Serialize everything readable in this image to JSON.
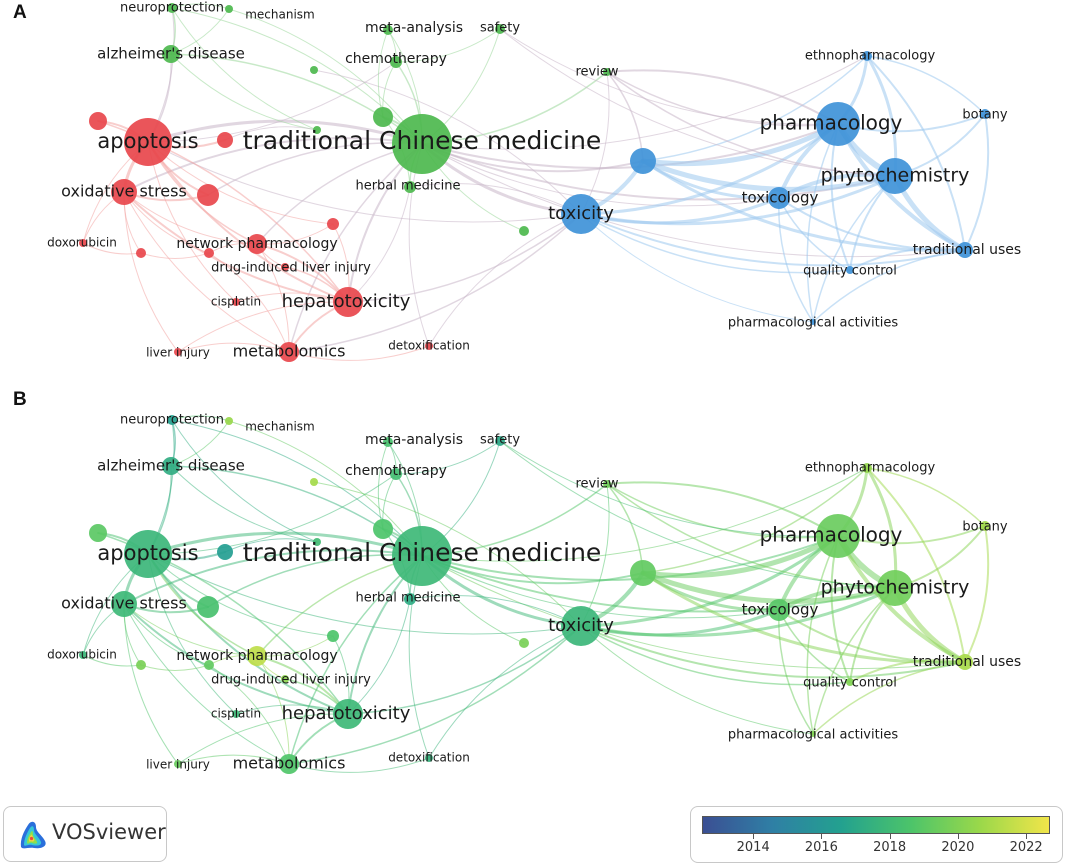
{
  "panels": [
    {
      "letter": "A",
      "mode": "cluster"
    },
    {
      "letter": "B",
      "mode": "overlay"
    }
  ],
  "cluster_colors": {
    "red": "#e8474c",
    "green": "#4db84e",
    "blue": "#3f92d8"
  },
  "link_colors": {
    "red": "#f3a6a4",
    "green": "#9bd79a",
    "blue": "#9dc8ee"
  },
  "nodes": [
    {
      "id": "neuroprotection",
      "label": "neuroprotection",
      "c": "green",
      "yr": 2016.6,
      "r": 5
    },
    {
      "id": "mechanism",
      "label": "mechanism",
      "c": "green",
      "yr": 2020.6,
      "r": 4
    },
    {
      "id": "alzheimers",
      "label": "alzheimer's disease",
      "c": "green",
      "yr": 2017.3,
      "r": 9
    },
    {
      "id": "meta-analysis",
      "label": "meta-analysis",
      "c": "green",
      "yr": 2018.4,
      "r": 5
    },
    {
      "id": "safety",
      "label": "safety",
      "c": "green",
      "yr": 2017.0,
      "r": 5
    },
    {
      "id": "chemotherapy",
      "label": "chemotherapy",
      "c": "green",
      "yr": 2018.2,
      "r": 6
    },
    {
      "id": "review",
      "label": "review",
      "c": "green",
      "yr": 2019.6,
      "r": 4
    },
    {
      "id": "ethnopharmacology",
      "label": "ethnopharmacology",
      "c": "blue",
      "yr": 2020.5,
      "r": 5
    },
    {
      "id": "apoptosis",
      "label": "apoptosis",
      "c": "red",
      "yr": 2017.8,
      "r": 24
    },
    {
      "id": "tcm",
      "label": "traditional Chinese medicine",
      "c": "green",
      "yr": 2017.9,
      "r": 30
    },
    {
      "id": "pharmacology",
      "label": "pharmacology",
      "c": "blue",
      "yr": 2019.4,
      "r": 22
    },
    {
      "id": "botany",
      "label": "botany",
      "c": "blue",
      "yr": 2020.8,
      "r": 5
    },
    {
      "id": "phytochemistry",
      "label": "phytochemistry",
      "c": "blue",
      "yr": 2019.6,
      "r": 18
    },
    {
      "id": "oxidative-stress",
      "label": "oxidative stress",
      "c": "red",
      "yr": 2017.9,
      "r": 13
    },
    {
      "id": "herbal-medicine",
      "label": "herbal medicine",
      "c": "green",
      "yr": 2017.2,
      "r": 6
    },
    {
      "id": "toxicity",
      "label": "toxicity",
      "c": "blue",
      "yr": 2017.8,
      "r": 20
    },
    {
      "id": "toxicology",
      "label": "toxicology",
      "c": "blue",
      "yr": 2018.9,
      "r": 11
    },
    {
      "id": "doxorubicin",
      "label": "doxorubicin",
      "c": "red",
      "yr": 2017.8,
      "r": 4
    },
    {
      "id": "network-pharmacology",
      "label": "network pharmacology",
      "c": "red",
      "yr": 2021.5,
      "r": 10
    },
    {
      "id": "dili",
      "label": "drug-induced liver injury",
      "c": "red",
      "yr": 2020.3,
      "r": 4
    },
    {
      "id": "traditional-uses",
      "label": "traditional uses",
      "c": "blue",
      "yr": 2021.0,
      "r": 8
    },
    {
      "id": "quality-control",
      "label": "quality control",
      "c": "blue",
      "yr": 2020.0,
      "r": 4
    },
    {
      "id": "cisplatin",
      "label": "cisplatin",
      "c": "red",
      "yr": 2017.9,
      "r": 4
    },
    {
      "id": "hepatotoxicity",
      "label": "hepatotoxicity",
      "c": "red",
      "yr": 2017.9,
      "r": 15
    },
    {
      "id": "pharmacological-activities",
      "label": "pharmacological activities",
      "c": "blue",
      "yr": 2020.0,
      "r": 3
    },
    {
      "id": "liver-injury",
      "label": "liver injury",
      "c": "red",
      "yr": 2019.4,
      "r": 4
    },
    {
      "id": "metabolomics",
      "label": "metabolomics",
      "c": "red",
      "yr": 2018.7,
      "r": 10
    },
    {
      "id": "detoxification",
      "label": "detoxification",
      "c": "red",
      "yr": 2017.6,
      "r": 4
    },
    {
      "id": "u-red-1",
      "label": "",
      "c": "red",
      "yr": 2019.0,
      "r": 9
    },
    {
      "id": "u-red-2",
      "label": "",
      "c": "red",
      "yr": 2016.4,
      "r": 8
    },
    {
      "id": "u-red-3",
      "label": "",
      "c": "red",
      "yr": 2018.4,
      "r": 11
    },
    {
      "id": "u-red-4",
      "label": "",
      "c": "red",
      "yr": 2018.6,
      "r": 6
    },
    {
      "id": "u-red-5",
      "label": "",
      "c": "red",
      "yr": 2019.8,
      "r": 5
    },
    {
      "id": "u-red-6",
      "label": "",
      "c": "red",
      "yr": 2019.2,
      "r": 5
    },
    {
      "id": "u-green-1",
      "label": "",
      "c": "green",
      "yr": 2018.6,
      "r": 10
    },
    {
      "id": "u-green-2",
      "label": "",
      "c": "green",
      "yr": 2020.9,
      "r": 4
    },
    {
      "id": "u-green-3",
      "label": "",
      "c": "green",
      "yr": 2018.1,
      "r": 4
    },
    {
      "id": "u-green-4",
      "label": "",
      "c": "green",
      "yr": 2019.8,
      "r": 5
    },
    {
      "id": "u-blue-1",
      "label": "",
      "c": "blue",
      "yr": 2019.2,
      "r": 13
    }
  ],
  "links": [
    [
      "tcm",
      "toxicity",
      3
    ],
    [
      "tcm",
      "apoptosis",
      3
    ],
    [
      "tcm",
      "oxidative-stress",
      2
    ],
    [
      "tcm",
      "hepatotoxicity",
      2
    ],
    [
      "tcm",
      "pharmacology",
      2
    ],
    [
      "tcm",
      "phytochemistry",
      2
    ],
    [
      "tcm",
      "alzheimers",
      1.5
    ],
    [
      "tcm",
      "chemotherapy",
      1.5
    ],
    [
      "tcm",
      "meta-analysis",
      1
    ],
    [
      "tcm",
      "safety",
      1
    ],
    [
      "tcm",
      "review",
      1.5
    ],
    [
      "tcm",
      "herbal-medicine",
      1.5
    ],
    [
      "tcm",
      "network-pharmacology",
      1.5
    ],
    [
      "tcm",
      "metabolomics",
      1.5
    ],
    [
      "tcm",
      "u-blue-1",
      2
    ],
    [
      "tcm",
      "u-green-1",
      2
    ],
    [
      "tcm",
      "neuroprotection",
      1
    ],
    [
      "tcm",
      "mechanism",
      1
    ],
    [
      "tcm",
      "toxicology",
      1
    ],
    [
      "tcm",
      "u-red-3",
      1.5
    ],
    [
      "tcm",
      "traditional-uses",
      1
    ],
    [
      "tcm",
      "ethnopharmacology",
      1
    ],
    [
      "tcm",
      "detoxification",
      1
    ],
    [
      "tcm",
      "u-green-4",
      1
    ],
    [
      "apoptosis",
      "oxidative-stress",
      3
    ],
    [
      "apoptosis",
      "u-red-1",
      2
    ],
    [
      "apoptosis",
      "u-red-2",
      2
    ],
    [
      "apoptosis",
      "u-red-3",
      2
    ],
    [
      "apoptosis",
      "hepatotoxicity",
      2
    ],
    [
      "apoptosis",
      "network-pharmacology",
      1.5
    ],
    [
      "apoptosis",
      "doxorubicin",
      1
    ],
    [
      "apoptosis",
      "cisplatin",
      1
    ],
    [
      "apoptosis",
      "alzheimers",
      1.5
    ],
    [
      "apoptosis",
      "neuroprotection",
      1
    ],
    [
      "apoptosis",
      "toxicity",
      1
    ],
    [
      "apoptosis",
      "chemotherapy",
      1
    ],
    [
      "apoptosis",
      "u-red-4",
      1
    ],
    [
      "oxidative-stress",
      "u-red-3",
      2
    ],
    [
      "oxidative-stress",
      "hepatotoxicity",
      2
    ],
    [
      "oxidative-stress",
      "doxorubicin",
      1
    ],
    [
      "oxidative-stress",
      "liver-injury",
      1
    ],
    [
      "oxidative-stress",
      "metabolomics",
      1
    ],
    [
      "oxidative-stress",
      "u-red-5",
      1
    ],
    [
      "oxidative-stress",
      "u-red-6",
      1
    ],
    [
      "oxidative-stress",
      "network-pharmacology",
      1
    ],
    [
      "hepatotoxicity",
      "network-pharmacology",
      2
    ],
    [
      "hepatotoxicity",
      "dili",
      1.5
    ],
    [
      "hepatotoxicity",
      "metabolomics",
      2
    ],
    [
      "hepatotoxicity",
      "toxicity",
      1.5
    ],
    [
      "hepatotoxicity",
      "u-red-4",
      1
    ],
    [
      "hepatotoxicity",
      "cisplatin",
      1
    ],
    [
      "hepatotoxicity",
      "liver-injury",
      1
    ],
    [
      "hepatotoxicity",
      "u-red-1",
      1.5
    ],
    [
      "hepatotoxicity",
      "herbal-medicine",
      1
    ],
    [
      "metabolomics",
      "detoxification",
      1
    ],
    [
      "metabolomics",
      "toxicity",
      1.5
    ],
    [
      "metabolomics",
      "liver-injury",
      1
    ],
    [
      "metabolomics",
      "network-pharmacology",
      1
    ],
    [
      "metabolomics",
      "u-red-6",
      1
    ],
    [
      "network-pharmacology",
      "u-red-6",
      1
    ],
    [
      "network-pharmacology",
      "u-red-4",
      1
    ],
    [
      "network-pharmacology",
      "dili",
      1
    ],
    [
      "alzheimers",
      "neuroprotection",
      1.5
    ],
    [
      "alzheimers",
      "mechanism",
      1
    ],
    [
      "alzheimers",
      "u-green-3",
      1
    ],
    [
      "chemotherapy",
      "safety",
      1
    ],
    [
      "chemotherapy",
      "meta-analysis",
      1
    ],
    [
      "chemotherapy",
      "u-green-1",
      1
    ],
    [
      "toxicity",
      "u-blue-1",
      4
    ],
    [
      "toxicity",
      "toxicology",
      3
    ],
    [
      "toxicity",
      "pharmacology",
      3
    ],
    [
      "toxicity",
      "phytochemistry",
      3
    ],
    [
      "toxicity",
      "traditional-uses",
      2
    ],
    [
      "toxicity",
      "quality-control",
      1.5
    ],
    [
      "toxicity",
      "review",
      1
    ],
    [
      "toxicity",
      "u-green-2",
      1
    ],
    [
      "toxicity",
      "detoxification",
      1
    ],
    [
      "toxicity",
      "pharmacological-activities",
      1
    ],
    [
      "toxicity",
      "herbal-medicine",
      1
    ],
    [
      "u-blue-1",
      "pharmacology",
      5
    ],
    [
      "u-blue-1",
      "phytochemistry",
      5
    ],
    [
      "u-blue-1",
      "toxicology",
      3
    ],
    [
      "u-blue-1",
      "traditional-uses",
      3
    ],
    [
      "u-blue-1",
      "ethnopharmacology",
      1.5
    ],
    [
      "u-blue-1",
      "review",
      1.5
    ],
    [
      "pharmacology",
      "phytochemistry",
      6
    ],
    [
      "pharmacology",
      "toxicology",
      4
    ],
    [
      "pharmacology",
      "traditional-uses",
      4
    ],
    [
      "pharmacology",
      "ethnopharmacology",
      3
    ],
    [
      "pharmacology",
      "botany",
      2
    ],
    [
      "pharmacology",
      "quality-control",
      2
    ],
    [
      "pharmacology",
      "pharmacological-activities",
      1.5
    ],
    [
      "pharmacology",
      "review",
      2
    ],
    [
      "phytochemistry",
      "toxicology",
      4
    ],
    [
      "phytochemistry",
      "traditional-uses",
      5
    ],
    [
      "phytochemistry",
      "ethnopharmacology",
      3
    ],
    [
      "phytochemistry",
      "botany",
      2
    ],
    [
      "phytochemistry",
      "quality-control",
      2
    ],
    [
      "phytochemistry",
      "pharmacological-activities",
      1.5
    ],
    [
      "toxicology",
      "traditional-uses",
      2
    ],
    [
      "toxicology",
      "quality-control",
      1.5
    ],
    [
      "toxicology",
      "pharmacological-activities",
      1.5
    ],
    [
      "traditional-uses",
      "botany",
      2
    ],
    [
      "traditional-uses",
      "quality-control",
      2
    ],
    [
      "traditional-uses",
      "pharmacological-activities",
      1.5
    ],
    [
      "traditional-uses",
      "ethnopharmacology",
      2
    ],
    [
      "botany",
      "ethnopharmacology",
      1.5
    ],
    [
      "review",
      "pharmacology",
      1.5
    ],
    [
      "review",
      "phytochemistry",
      1.5
    ],
    [
      "safety",
      "phytochemistry",
      1
    ],
    [
      "safety",
      "pharmacology",
      1
    ],
    [
      "meta-analysis",
      "u-green-1",
      1
    ],
    [
      "herbal-medicine",
      "u-green-1",
      1
    ],
    [
      "mechanism",
      "neuroprotection",
      1
    ],
    [
      "neuroprotection",
      "u-green-3",
      1
    ],
    [
      "u-green-3",
      "u-red-2",
      1
    ],
    [
      "u-red-5",
      "u-red-6",
      1
    ],
    [
      "doxorubicin",
      "u-red-5",
      1
    ]
  ],
  "legend": {
    "ticks": [
      "2014",
      "2016",
      "2018",
      "2020",
      "2022"
    ],
    "tick_years": [
      2014,
      2016,
      2018,
      2020,
      2022
    ],
    "range": [
      2012.5,
      2022.7
    ],
    "gradient": [
      "#3b4f93",
      "#2f7fa5",
      "#23a18f",
      "#4cc46a",
      "#9ad84a",
      "#f1e54a"
    ]
  },
  "logo": {
    "text": "VOSviewer"
  }
}
